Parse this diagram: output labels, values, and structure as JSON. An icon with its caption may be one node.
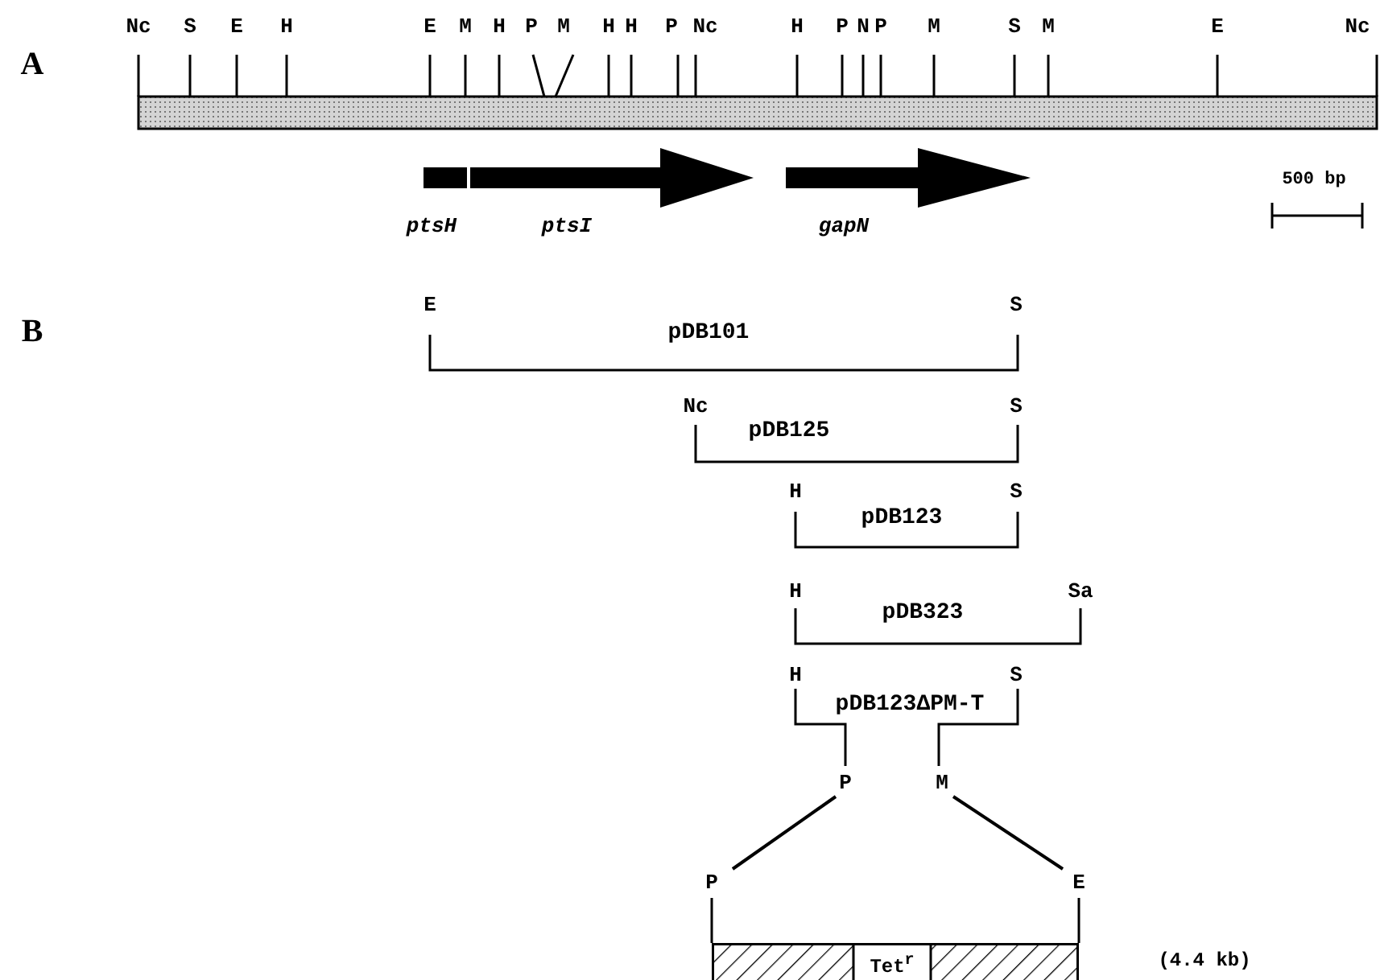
{
  "diagram": {
    "nodes": [
      {
        "text": [
          "P"
        ]
      },
      {
        "text": [
          "M"
        ]
      },
      {
        "text": [
          "P"
        ]
      },
      {
        "text": [
          "E"
        ]
      },
      {
        "text": [
          "Tet$^{r}$"
        ]
      }
    ],
    "edges": [
      {
        "from": 0,
        "to": 2,
        "arrow": "none"
      },
      {
        "from": 1,
        "to": 3,
        "arrow": "none"
      },
      {
        "from": 2,
        "to": 4,
        "arrow": "none"
      },
      {
        "from": 3,
        "to": 4,
        "arrow": "none"
      }
    ],
    "labels": [
      "A",
      "Nc",
      "S",
      "E",
      "H",
      "E",
      "M",
      "H",
      "P",
      "M",
      "H",
      "H",
      "P",
      "Nc",
      "H",
      "P",
      "N",
      "P",
      "M",
      "S",
      "M",
      "E",
      "Nc",
      "ptsH",
      "ptsI",
      "gapN",
      "500 bp",
      "B",
      "E",
      "S",
      "pDB101",
      "Nc",
      "S",
      "pDB125",
      "H",
      "S",
      "pDB123",
      "H",
      "Sa",
      "pDB323",
      "H",
      "S",
      "pDB123ΔPM-T",
      "(4.4 kb)"
    ]
  }
}
